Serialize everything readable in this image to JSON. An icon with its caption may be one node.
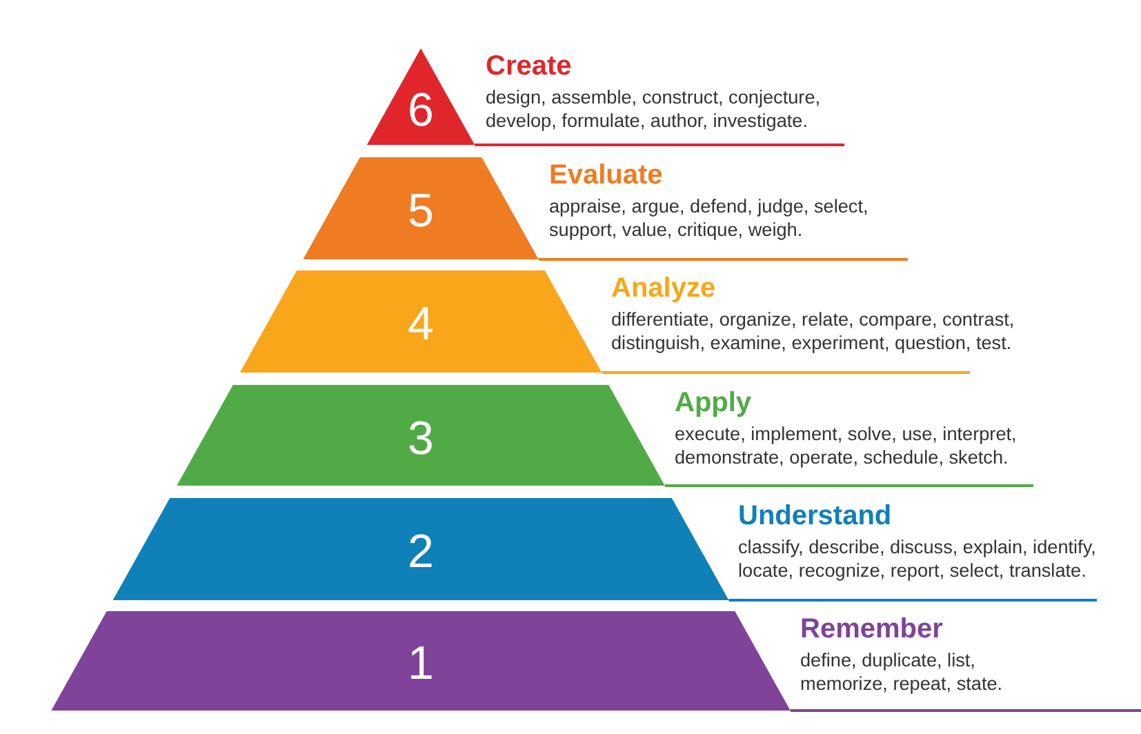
{
  "diagram": {
    "nodes": [
      {
        "text": [
          "6",
          "Create",
          "design, assemble, construct, conjecture, develop, formulate, author, investigate."
        ]
      },
      {
        "text": [
          "5",
          "Evaluate",
          "appraise, argue, defend, judge, select, support, value, critique, weigh."
        ]
      },
      {
        "text": [
          "4",
          "Analyze",
          "differentiate, organize, relate, compare, contrast, distinguish, examine, experiment, question, test."
        ]
      },
      {
        "text": [
          "3",
          "Apply",
          "execute, implement, solve, use, interpret, demonstrate, operate, schedule, sketch."
        ]
      },
      {
        "text": [
          "2",
          "Understand",
          "classify, describe, discuss, explain, identify, locate, recognize, report, select, translate."
        ]
      },
      {
        "text": [
          "1",
          "Remember",
          "define, duplicate, list, memorize, repeat, state."
        ]
      }
    ],
    "edges": []
  }
}
